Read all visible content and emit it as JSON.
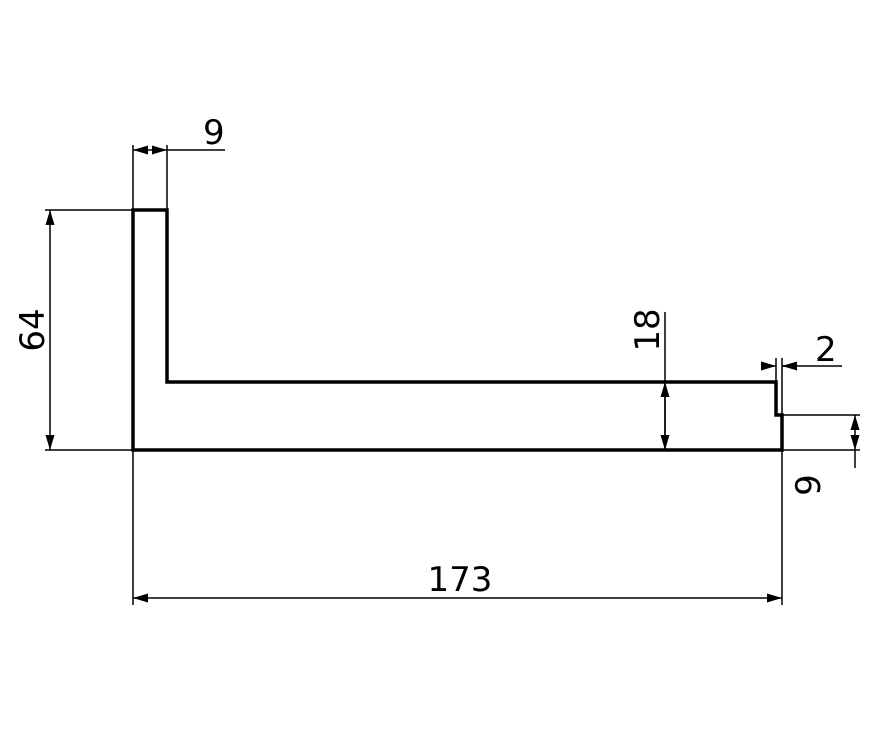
{
  "drawing": {
    "dimensions": {
      "top_flange_thickness": "9",
      "overall_height": "64",
      "base_thickness": "18",
      "step_width": "2",
      "step_height": "9",
      "overall_length": "173"
    }
  }
}
